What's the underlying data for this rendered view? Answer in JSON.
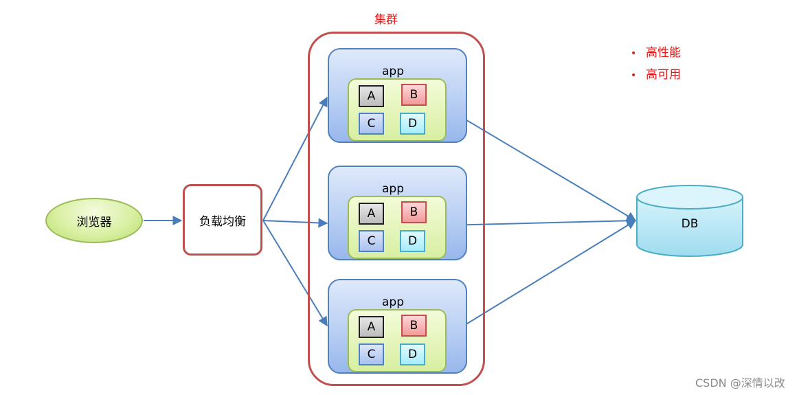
{
  "cluster": {
    "title": "集群"
  },
  "browser": {
    "label": "浏览器"
  },
  "load_balancer": {
    "label": "负载均衡"
  },
  "apps": [
    {
      "label": "app",
      "modules": [
        "A",
        "B",
        "C",
        "D"
      ]
    },
    {
      "label": "app",
      "modules": [
        "A",
        "B",
        "C",
        "D"
      ]
    },
    {
      "label": "app",
      "modules": [
        "A",
        "B",
        "C",
        "D"
      ]
    }
  ],
  "database": {
    "label": "DB"
  },
  "features": [
    "高性能",
    "高可用"
  ],
  "watermark": "CSDN @深情以改",
  "colors": {
    "arrow": "#4a7ebb",
    "cluster_border": "#c0504d",
    "feature_text": "#e0191a",
    "db_fill": "#b7e6f2",
    "db_border": "#4bacc6"
  }
}
